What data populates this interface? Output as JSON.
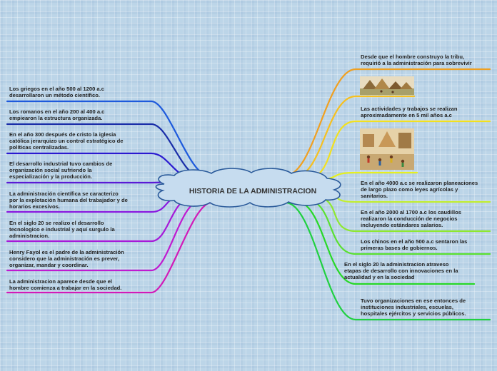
{
  "central": {
    "title": "HISTORIA DE LA ADMINISTRACION"
  },
  "left_branches": [
    {
      "text": "Los griegos en el año 500 al 1200 a.c\ndesarrollaron un método científico.",
      "color": "#1e5adc"
    },
    {
      "text": "Los romanos en el año 200 al 400 a.c\nempiearon la estructura organizada.",
      "color": "#1a2ea8"
    },
    {
      "text": "En el año 300 después de cristo la iglesia\ncatólica jerarquizo un control estratégico de\npolíticas centralizadas.",
      "color": "#2a1ad0"
    },
    {
      "text": "El desarrollo industrial tuvo cambios de\norganización social sufriendo la\nespecialización y la producción.",
      "color": "#5a1ad6"
    },
    {
      "text": "La administración científica se caracterizo\npor la explotación humana del trabajador y de\nhorarios excesivos.",
      "color": "#8a1ae0"
    },
    {
      "text": "En el siglo 20 se realizo el desarrollo\ntecnologico e industrial y aquí surgulo la\nadministracion.",
      "color": "#a61ad8"
    },
    {
      "text": "Henry Fayol es el padre de la administración\nconsidero que la administración es prever,\norganizar, mandar y coordinar.",
      "color": "#c01ad0"
    },
    {
      "text": "La administracion aparece desde que el\nhombre comienza a trabajar en la sociedad.",
      "color": "#d21ab8"
    }
  ],
  "right_branches": [
    {
      "text": "Desde que el hombre construyo la tribu,\nrequirió a la administración para sobrevivir",
      "color": "#f0a020"
    },
    {
      "text": "",
      "color": "#f6c020",
      "image": "tribe-camp-illustration"
    },
    {
      "text": "Las actividades y trabajos se realizan\naproximadamente en 5 mil años a.c",
      "color": "#f2e020"
    },
    {
      "text": "",
      "color": "#e6f020",
      "image": "ancient-workers-illustration"
    },
    {
      "text": "En el año 4000 a.c se realizaron planeaciones\nde largo plazo como leyes agrícolas y\nsanitarios.",
      "color": "#c2ee30"
    },
    {
      "text": "En el año 2000 al 1700 a.c los caudillos\nrealizaron la conducción de negocios\nincluyendo estándares salarios.",
      "color": "#8ee830"
    },
    {
      "text": "Los chinos en el año 500 a.c sentaron las\nprimeras bases de gobiernos.",
      "color": "#5ae030"
    },
    {
      "text": "En el siglo 20 la administracion atraveso\netapas de desarrollo con innovaciones en la\nactualidad y en la sociedad",
      "color": "#28d828"
    },
    {
      "text": "Tuvo organizaciones en ese entonces de\ninstituciones industriales, escuelas,\nhospitales ejércitos y servicios públicos.",
      "color": "#20d040"
    }
  ],
  "colors": {
    "background": "#bcd5e8",
    "cloud_fill": "#c6dcef",
    "cloud_stroke": "#2a5a9a"
  }
}
